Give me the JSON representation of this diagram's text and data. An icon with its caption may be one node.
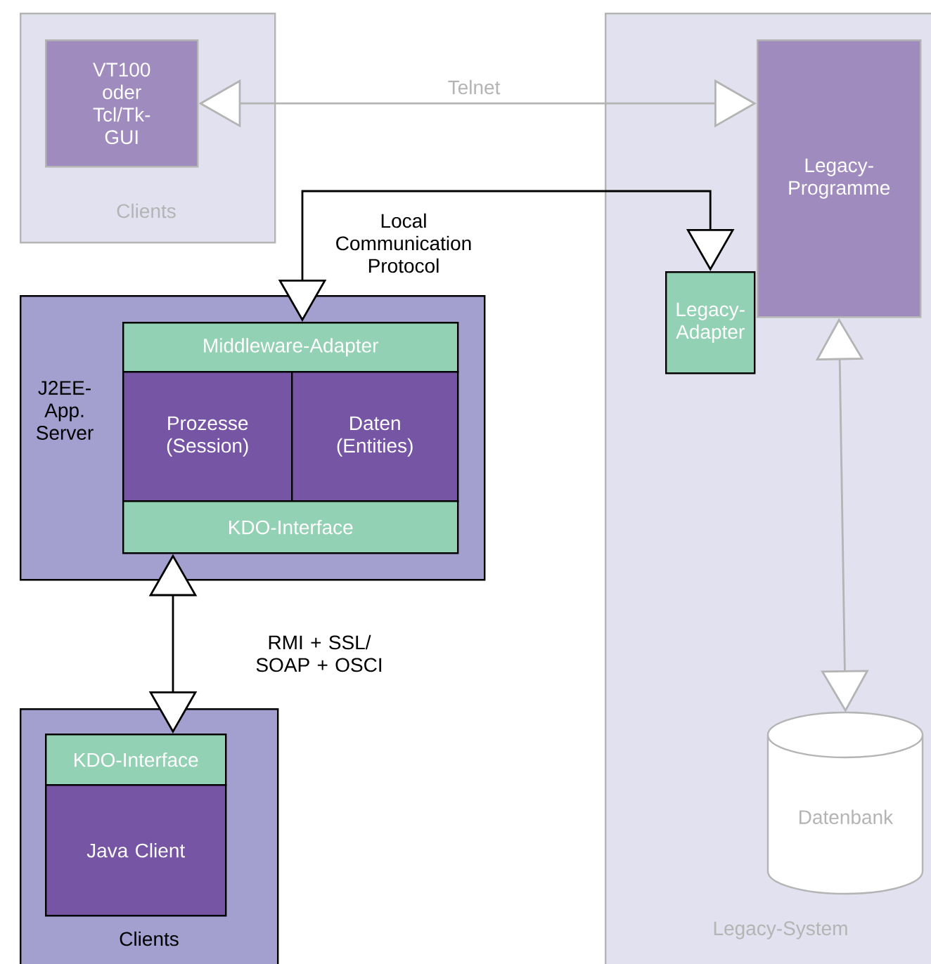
{
  "diagram": {
    "nodes": [
      {
        "text": [
          "Clients"
        ]
      },
      {
        "text": [
          "VT100 oder Tcl/Tk-GUI"
        ],
        "in": 0
      },
      {
        "text": [
          "Legacy-System"
        ]
      },
      {
        "text": [
          "Legacy-Programme"
        ],
        "in": 2
      },
      {
        "text": [
          "Legacy-Adapter"
        ],
        "in": 2
      },
      {
        "text": [
          "Datenbank"
        ],
        "in": 2
      },
      {
        "text": [
          "J2EE- App. Server"
        ]
      },
      {
        "text": [
          "Middleware-Adapter"
        ],
        "in": 6
      },
      {
        "text": [
          "Prozesse (Session)"
        ],
        "in": 6
      },
      {
        "text": [
          "Daten (Entities)"
        ],
        "in": 6
      },
      {
        "text": [
          "KDO-Interface"
        ],
        "in": 6
      },
      {
        "text": [
          "Clients"
        ]
      },
      {
        "text": [
          "KDO-Interface"
        ],
        "in": 11
      },
      {
        "text": [
          "Java Client"
        ],
        "in": 11
      }
    ],
    "edges": [
      {
        "from": 1,
        "to": 3,
        "arrow": "both",
        "label": "Telnet",
        "color": "#b4b4b4"
      },
      {
        "from": 7,
        "to": 4,
        "arrow": "both",
        "label": "Local Communication Protocol",
        "color": "#000000"
      },
      {
        "from": 10,
        "to": 12,
        "arrow": "both",
        "label": "RMI + SSL/ SOAP + OSCI",
        "color": "#000000"
      },
      {
        "from": 3,
        "to": 5,
        "arrow": "both",
        "color": "#b4b4b4"
      }
    ]
  }
}
